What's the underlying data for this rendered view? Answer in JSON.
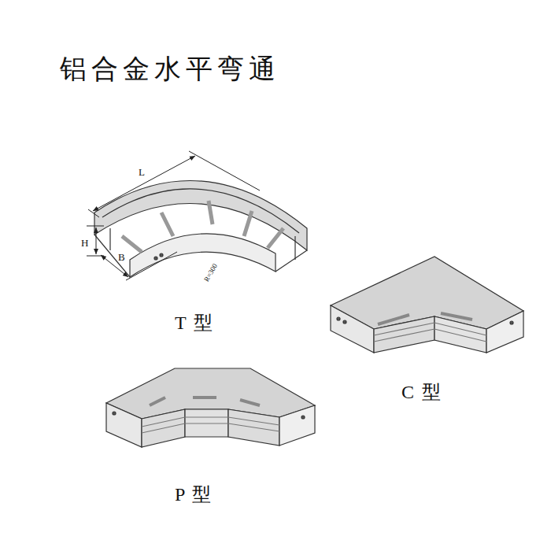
{
  "diagram": {
    "title": "铝合金水平弯通",
    "labels": [
      "L",
      "H",
      "B",
      "R=300",
      "T 型",
      "C 型",
      "P 型"
    ]
  }
}
